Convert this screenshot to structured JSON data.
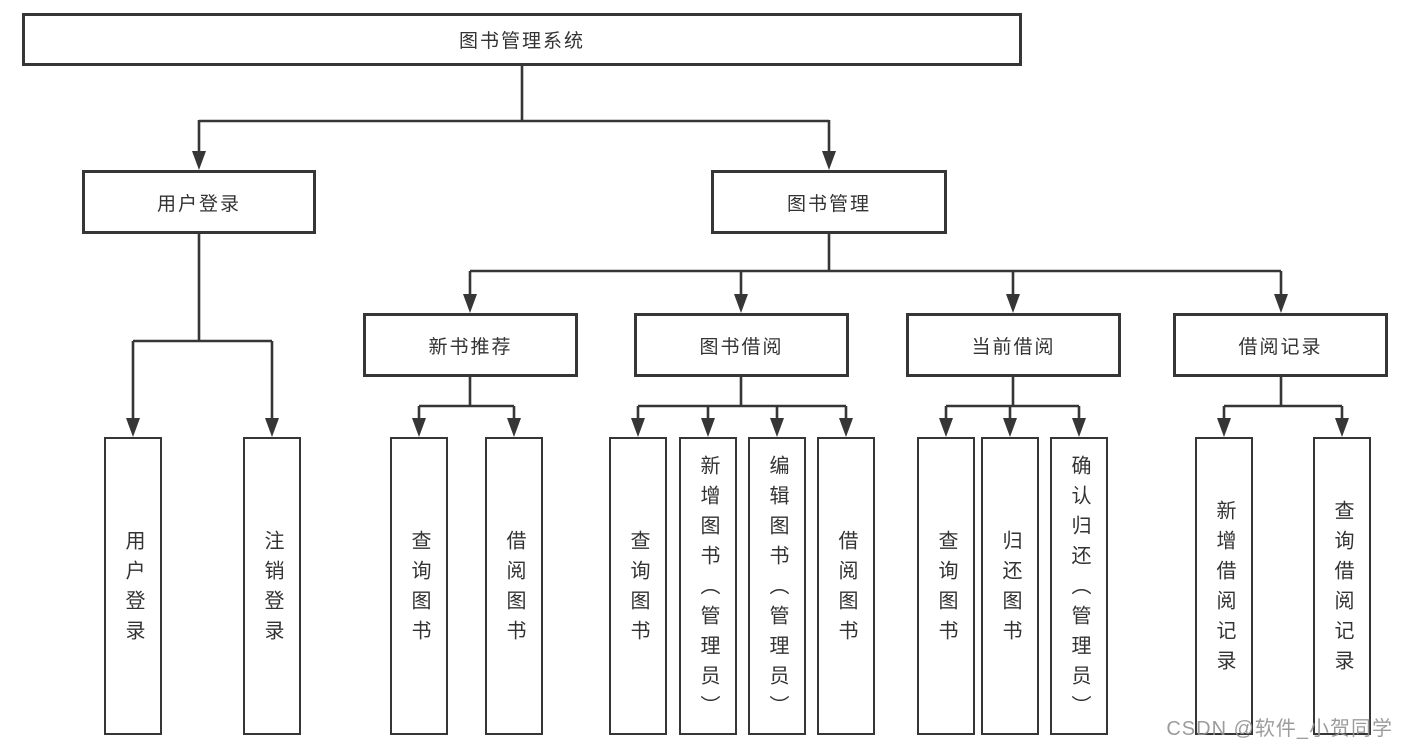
{
  "diagram": {
    "root": {
      "label": "图书管理系统"
    },
    "branches": [
      {
        "label": "用户登录",
        "children": [
          {
            "label": "用户登录"
          },
          {
            "label": "注销登录"
          }
        ]
      },
      {
        "label": "图书管理",
        "children": [
          {
            "label": "新书推荐",
            "children": [
              {
                "label": "查询图书"
              },
              {
                "label": "借阅图书"
              }
            ]
          },
          {
            "label": "图书借阅",
            "children": [
              {
                "label": "查询图书"
              },
              {
                "label": "新增图书（管理员）"
              },
              {
                "label": "编辑图书（管理员）"
              },
              {
                "label": "借阅图书"
              }
            ]
          },
          {
            "label": "当前借阅",
            "children": [
              {
                "label": "查询图书"
              },
              {
                "label": "归还图书"
              },
              {
                "label": "确认归还（管理员）"
              }
            ]
          },
          {
            "label": "借阅记录",
            "children": [
              {
                "label": "新增借阅记录"
              },
              {
                "label": "查询借阅记录"
              }
            ]
          }
        ]
      }
    ]
  },
  "watermark": {
    "text": "CSDN @软件_小贺同学"
  },
  "colors": {
    "line": "#363636",
    "box_border": "#363636",
    "text": "#333333",
    "watermark": "#949494",
    "background": "#ffffff"
  }
}
